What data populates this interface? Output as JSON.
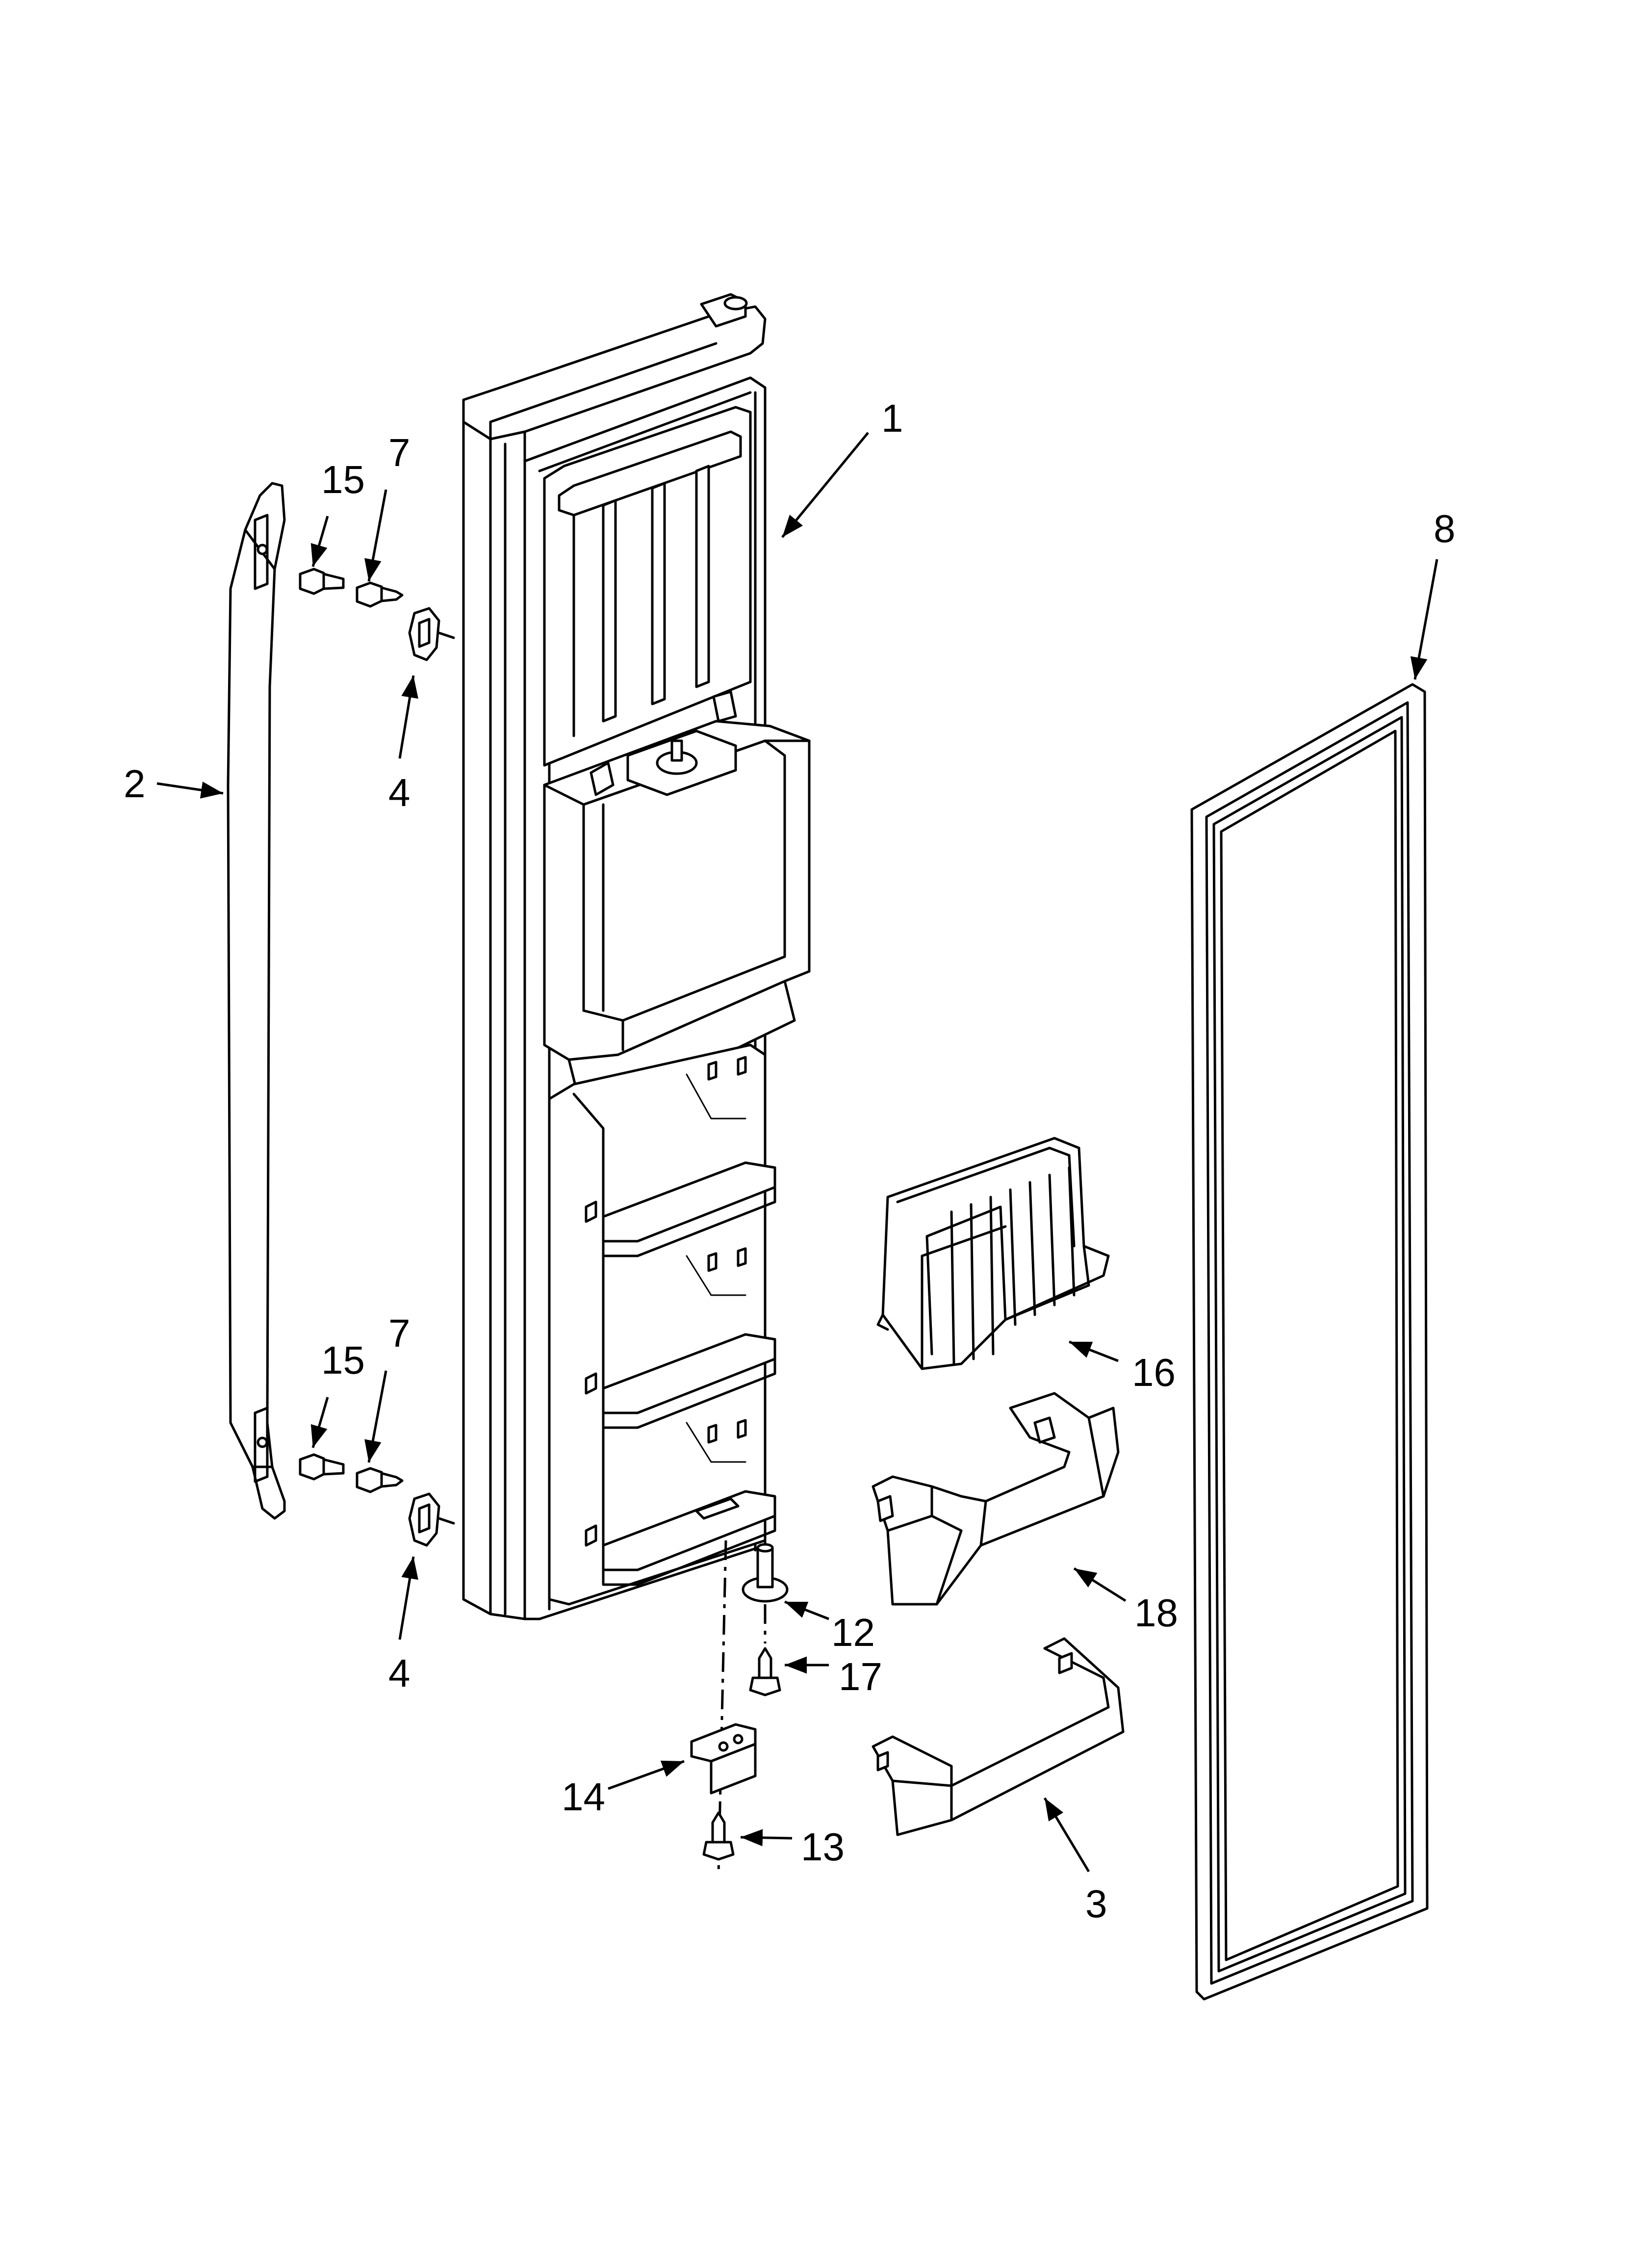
{
  "diagram": {
    "callouts": {
      "c1": "1",
      "c2": "2",
      "c3": "3",
      "c4_top": "4",
      "c4_bottom": "4",
      "c7_top": "7",
      "c7_bottom": "7",
      "c8": "8",
      "c12": "12",
      "c13": "13",
      "c14": "14",
      "c15_top": "15",
      "c15_bottom": "15",
      "c16": "16",
      "c17": "17",
      "c18": "18"
    },
    "parts": [
      {
        "callout": "1",
        "part": "door-assembly"
      },
      {
        "callout": "2",
        "part": "handle"
      },
      {
        "callout": "3",
        "part": "door-bin"
      },
      {
        "callout": "4",
        "part": "handle-clip"
      },
      {
        "callout": "7",
        "part": "screw"
      },
      {
        "callout": "8",
        "part": "door-gasket"
      },
      {
        "callout": "12",
        "part": "hinge-pin"
      },
      {
        "callout": "13",
        "part": "screw"
      },
      {
        "callout": "14",
        "part": "hinge-bracket"
      },
      {
        "callout": "15",
        "part": "screw"
      },
      {
        "callout": "16",
        "part": "wire-basket"
      },
      {
        "callout": "17",
        "part": "screw"
      },
      {
        "callout": "18",
        "part": "door-bin-frame"
      }
    ]
  }
}
